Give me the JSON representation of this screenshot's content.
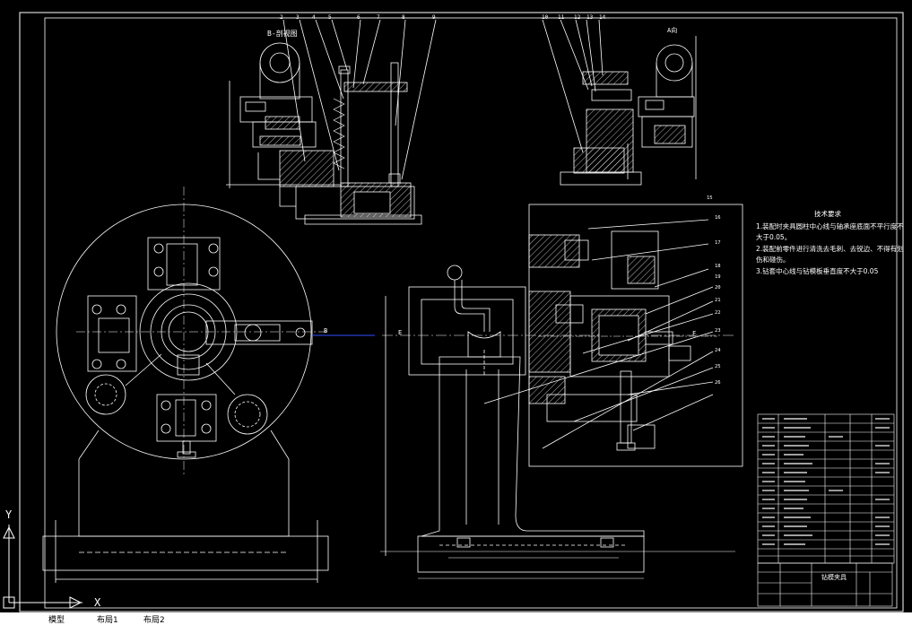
{
  "drawing": {
    "view_labels": {
      "section_b": "B-剖视图",
      "view_a": "A向"
    },
    "section_letters": {
      "b": "B",
      "e": "E",
      "f": "F"
    },
    "callouts_top_left": [
      "2",
      "3",
      "4",
      "5",
      "6",
      "7",
      "8",
      "9"
    ],
    "callouts_top_right": [
      "10",
      "11",
      "12",
      "13",
      "14"
    ],
    "callouts_right": [
      "15",
      "16",
      "17",
      "18",
      "19",
      "20",
      "21",
      "22",
      "23",
      "24",
      "25",
      "26"
    ]
  },
  "tech_notes": {
    "title": "技术要求",
    "lines": [
      "1.装配时夹具圆柱中心线与轴承座底面不平行度不",
      "大于0.05。",
      "2.装配前零件进行清洗去毛刺、去锐边、不得有划",
      "伤和碰伤。",
      "3.钻套中心线与钻模板垂直度不大于0.05"
    ]
  },
  "title_block": {
    "drawing_name": "钻模夹具"
  },
  "ucs": {
    "y": "Y",
    "x": "X"
  },
  "tabs": {
    "model": "模型",
    "layout1": "布局1",
    "layout2": "布局2"
  },
  "colors": {
    "background": "#000000",
    "line": "#ffffff",
    "hatch": "#ffffff",
    "dim": "#ffffff",
    "center_line": "#ffffff",
    "section_line": "#3050ff"
  }
}
